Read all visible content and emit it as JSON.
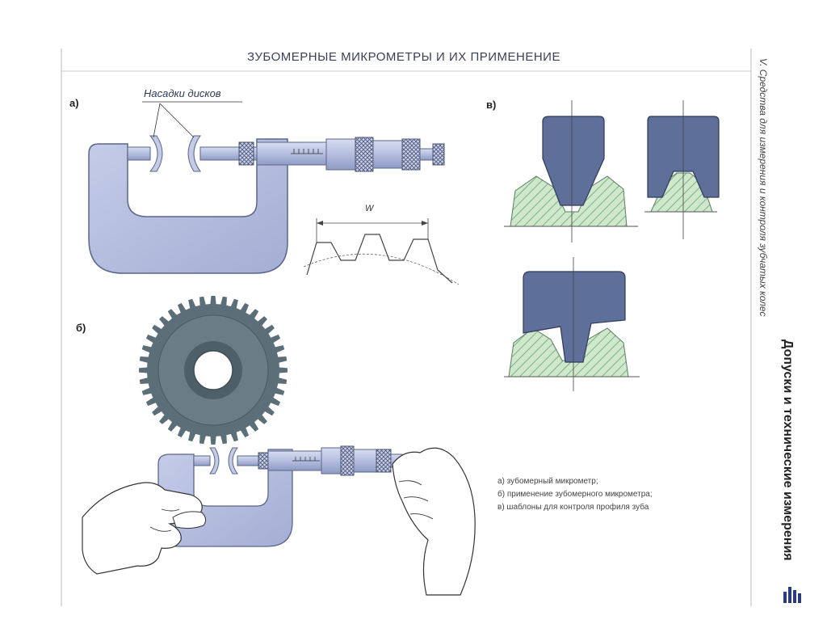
{
  "header": {
    "title": "ЗУБОМЕРНЫЕ МИКРОМЕТРЫ И ИХ ПРИМЕНЕНИЕ"
  },
  "panels": {
    "a": "а)",
    "b": "б)",
    "v": "в)"
  },
  "callout": "Насадки дисков",
  "dimension": "W",
  "legend": [
    "а) зубомерный микрометр;",
    "б) применение зубомерного микрометра;",
    "в) шаблоны для контроля профиля зуба"
  ],
  "sidebar": {
    "section": "V. Средства для измерения и контроля зубчатых колес",
    "series": "Допуски и технические измерения"
  },
  "colors": {
    "metal": "#b4bee0",
    "metal_dark": "#5a6688",
    "gauge": "#5e6f9a",
    "tooth_fill": "#cfe8cc",
    "tooth_hatch": "#7bb083",
    "gear": "#5c6e78"
  }
}
